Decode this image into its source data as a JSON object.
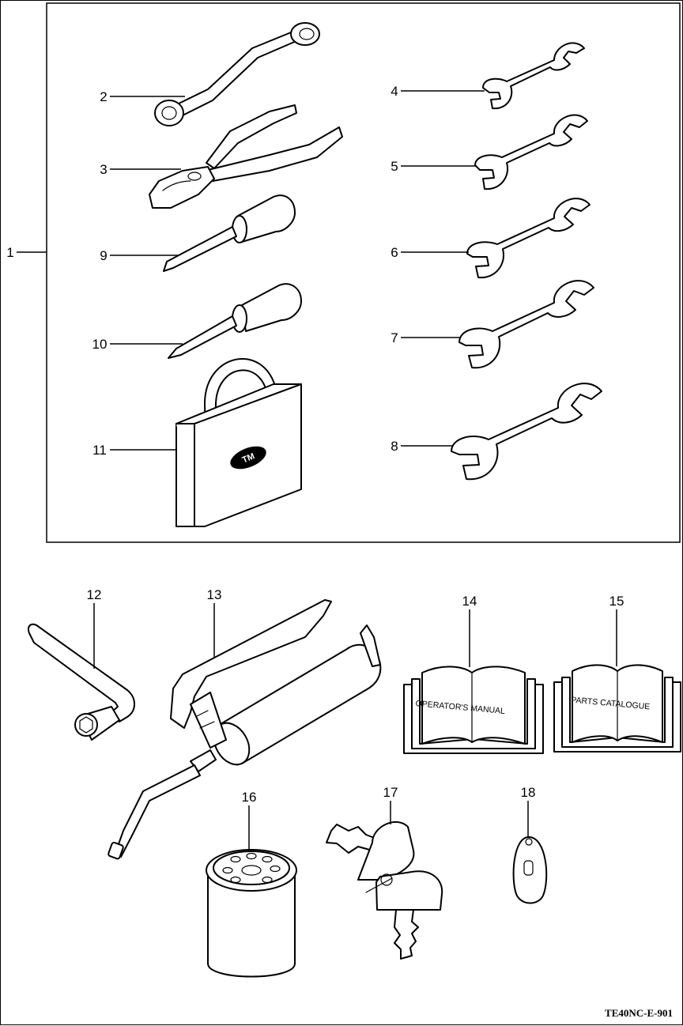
{
  "callouts": [
    {
      "n": "1"
    },
    {
      "n": "2"
    },
    {
      "n": "3"
    },
    {
      "n": "4"
    },
    {
      "n": "5"
    },
    {
      "n": "6"
    },
    {
      "n": "7"
    },
    {
      "n": "8"
    },
    {
      "n": "9"
    },
    {
      "n": "10"
    },
    {
      "n": "11"
    },
    {
      "n": "12"
    },
    {
      "n": "13"
    },
    {
      "n": "14"
    },
    {
      "n": "15"
    },
    {
      "n": "16"
    },
    {
      "n": "17"
    },
    {
      "n": "18"
    }
  ],
  "manuals": {
    "operators": "OPERATOR'S MANUAL",
    "parts": "PARTS CATALOGUE"
  },
  "bag_logo": "TM",
  "drawing_code": "TE40NC-E-901"
}
